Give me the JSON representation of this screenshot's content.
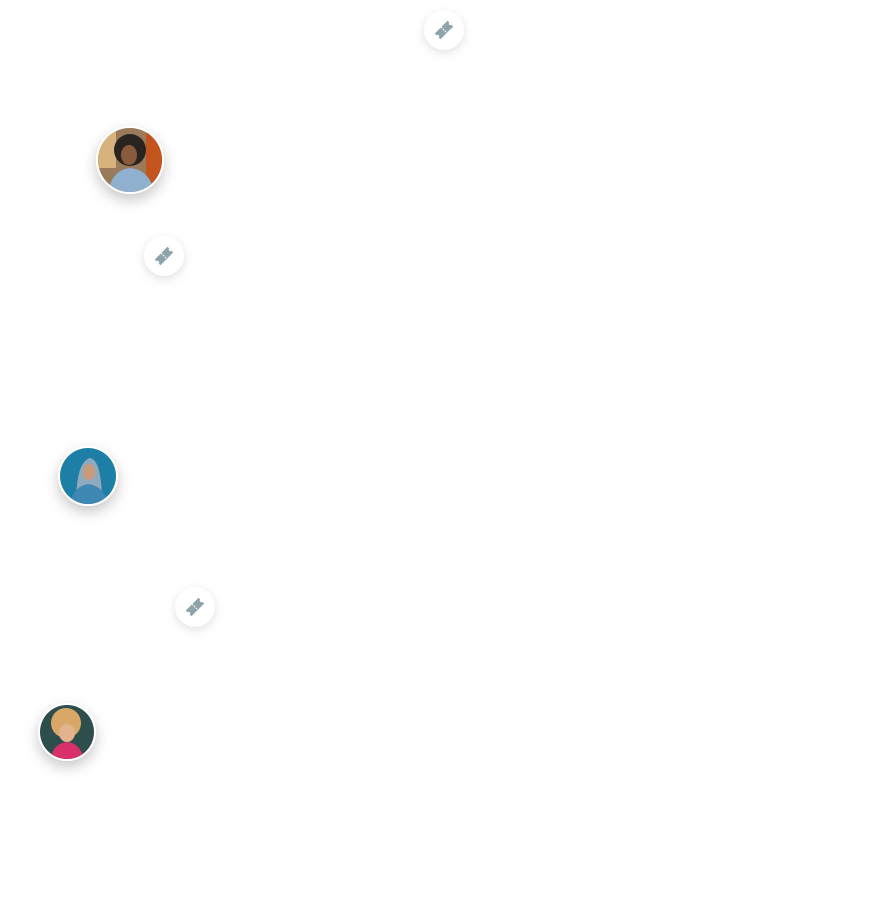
{
  "icons": {
    "ticket": "ticket-icon",
    "ticket_color": "#8fa3aa"
  },
  "avatars": [
    {
      "name": "avatar-woman-curly-hair",
      "colors": [
        "#c4541e",
        "#2a2420",
        "#8fb0cf"
      ]
    },
    {
      "name": "avatar-person-hoodie",
      "colors": [
        "#1e7fa6",
        "#8fa9bd",
        "#3a3a3a"
      ]
    },
    {
      "name": "avatar-child-blonde",
      "colors": [
        "#2e4e4e",
        "#d9a868",
        "#d8306a"
      ]
    }
  ]
}
